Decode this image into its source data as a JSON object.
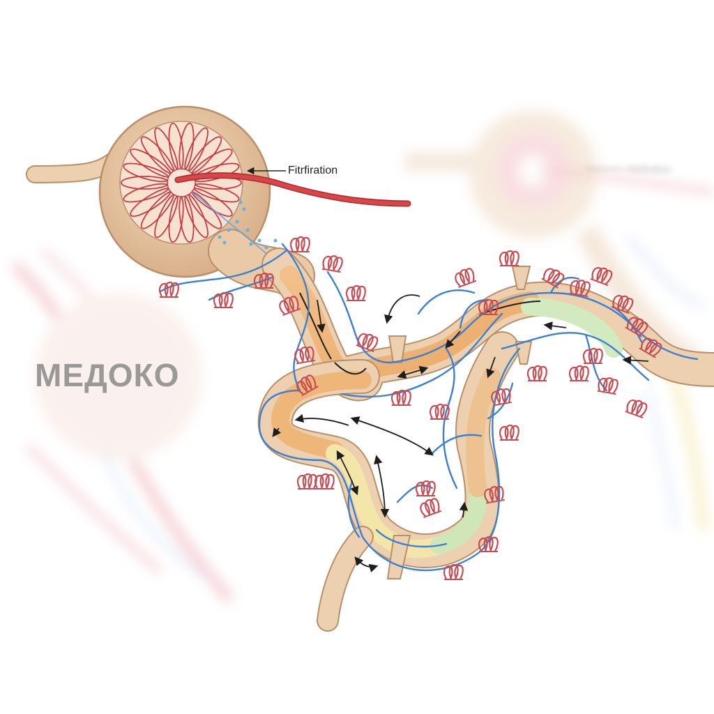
{
  "diagram": {
    "labels": {
      "filtration_label": "Fitrfiration",
      "filtration_label_ghost": "Fitrfiration"
    },
    "watermark": {
      "text": "МЕДОКО"
    },
    "colors": {
      "tubule_outer": "#e9c9a6",
      "tubule_stroke": "#b78f6a",
      "lumen_orange": "#efb67a",
      "lumen_yellow": "#f4e6a8",
      "lumen_green": "#cfe6b8",
      "artery_red": "#d0383a",
      "capillary_blue": "#3d7fcf",
      "loop_red": "#c94b52",
      "watermark_grey": "#8a8a8a",
      "watermark_teal": "#5bbcc8"
    }
  }
}
